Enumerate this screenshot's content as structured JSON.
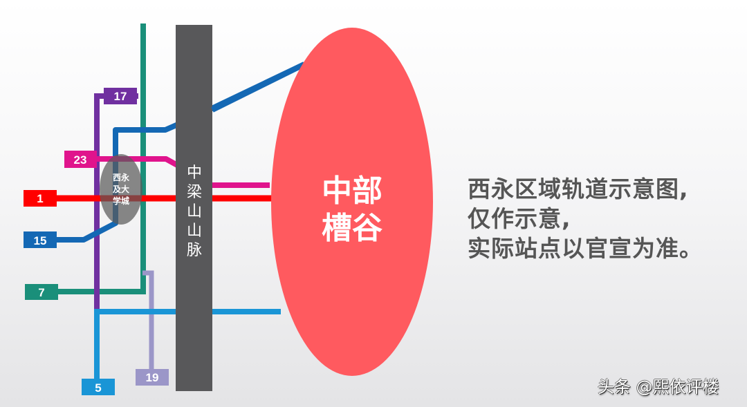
{
  "title": "西永区域轨道示意图",
  "colors": {
    "line_1": "#ff0000",
    "line_5": "#1a95d6",
    "line_7": "#1a8f7a",
    "line_15": "#1468b4",
    "line_17": "#7030a0",
    "line_19": "#9b96c8",
    "line_23": "#e0148c",
    "mountain": "#58585a",
    "valley": "#ff5a5f",
    "campus": "#707070",
    "caption_text": "#555555"
  },
  "lines": [
    {
      "id": "1",
      "label": "1"
    },
    {
      "id": "5",
      "label": "5"
    },
    {
      "id": "7",
      "label": "7"
    },
    {
      "id": "15",
      "label": "15"
    },
    {
      "id": "17",
      "label": "17"
    },
    {
      "id": "19",
      "label": "19"
    },
    {
      "id": "23",
      "label": "23"
    }
  ],
  "mountain": {
    "label_chars": [
      "中",
      "梁",
      "山",
      "山",
      "脉"
    ]
  },
  "campus": {
    "label_lines": [
      "西永",
      "及大",
      "学城"
    ]
  },
  "valley": {
    "label_lines": [
      "中部",
      "槽谷"
    ]
  },
  "caption": {
    "lines": [
      "西永区域轨道示意图,",
      "仅作示意,",
      "实际站点以官宣为准。"
    ]
  },
  "watermark": "头条 @熙依评楼"
}
